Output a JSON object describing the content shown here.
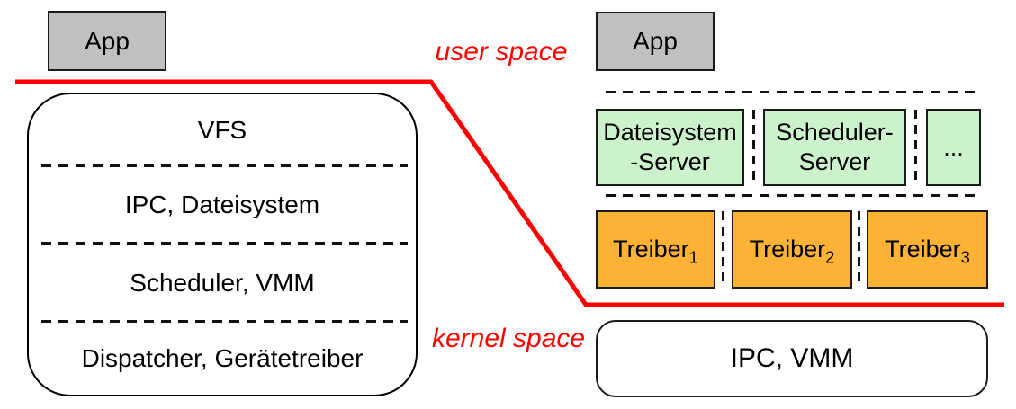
{
  "labels": {
    "user_space": "user space",
    "kernel_space": "kernel space"
  },
  "colors": {
    "red": "#ff0000",
    "gray": "#c0c0c0",
    "green": "#ccf2cc",
    "orange": "#fbb235"
  },
  "left": {
    "app_label": "App",
    "layers": [
      "VFS",
      "IPC, Dateisystem",
      "Scheduler, VMM",
      "Dispatcher, Gerätetreiber"
    ]
  },
  "right": {
    "app_label": "App",
    "servers": [
      {
        "line1": "Dateisystem",
        "line2": "-Server"
      },
      {
        "line1": "Scheduler-",
        "line2": "Server"
      },
      {
        "line1": "...",
        "line2": ""
      }
    ],
    "drivers": [
      {
        "base": "Treiber",
        "sub": "1"
      },
      {
        "base": "Treiber",
        "sub": "2"
      },
      {
        "base": "Treiber",
        "sub": "3"
      }
    ],
    "kernel_label": "IPC, VMM"
  }
}
